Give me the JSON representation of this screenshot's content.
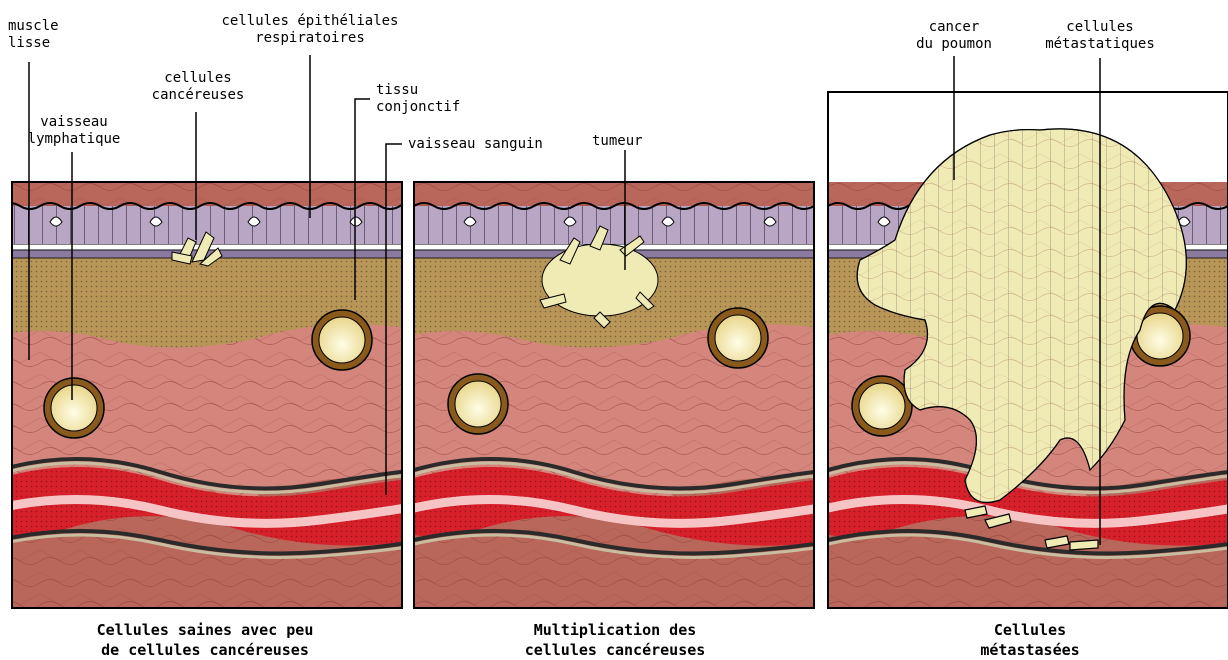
{
  "labels": {
    "muscle_lisse": "muscle\nlisse",
    "cellules_epitheliales": "cellules épithéliales\nrespiratoires",
    "cellules_cancereuses": "cellules\ncancéreuses",
    "vaisseau_lymphatique": "vaisseau\nlymphatique",
    "tissu_conjonctif": "tissu\nconjonctif",
    "vaisseau_sanguin": "vaisseau sanguin",
    "tumeur": "tumeur",
    "cancer_du_poumon": "cancer\ndu poumon",
    "cellules_metastatiques": "cellules\nmétastatiques"
  },
  "captions": {
    "panel1": "Cellules saines avec peu\nde cellules cancéreuses",
    "panel2": "Multiplication des\ncellules cancéreuses",
    "panel3": "Cellules\nmétastasées"
  },
  "colors": {
    "epithelium": "#b8a6c4",
    "connective": "#b89658",
    "muscle": "#d4867c",
    "blood": "#d8202a",
    "deep": "#b9675a",
    "cells": "#f0ebb4",
    "vessel_rim": "#8a5a1c"
  }
}
